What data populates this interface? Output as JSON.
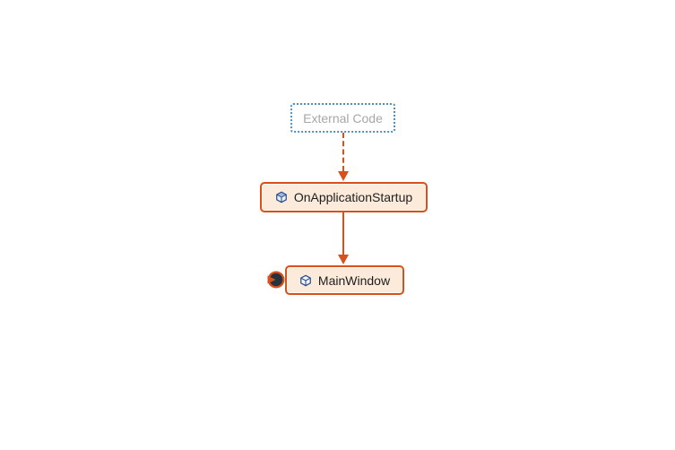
{
  "diagram": {
    "nodes": [
      {
        "label": "External Code",
        "kind": "external-group",
        "border_style": "dotted"
      },
      {
        "label": "OnApplicationStartup",
        "kind": "method",
        "icon": "cube-icon"
      },
      {
        "label": "MainWindow",
        "kind": "class",
        "icon": "cube-icon",
        "badge": "entry-point-badge"
      }
    ],
    "edges": [
      {
        "from": "External Code",
        "to": "OnApplicationStartup",
        "style": "dashed",
        "direction": "down"
      },
      {
        "from": "OnApplicationStartup",
        "to": "MainWindow",
        "style": "solid",
        "direction": "down"
      }
    ],
    "colors": {
      "edge_orange": "#D8501C",
      "node_border_orange": "#D8501C",
      "node_fill_peach": "#FCEBDB",
      "external_border_blue": "#4E8EC8",
      "external_text_gray": "#A7A7A7",
      "icon_stroke_blue": "#2B4D8C",
      "icon_top_face_blue": "#9FB6DE",
      "badge_inner_dark": "#26333E",
      "label_text": "#1E1E1E",
      "background": "#FFFFFF"
    }
  }
}
